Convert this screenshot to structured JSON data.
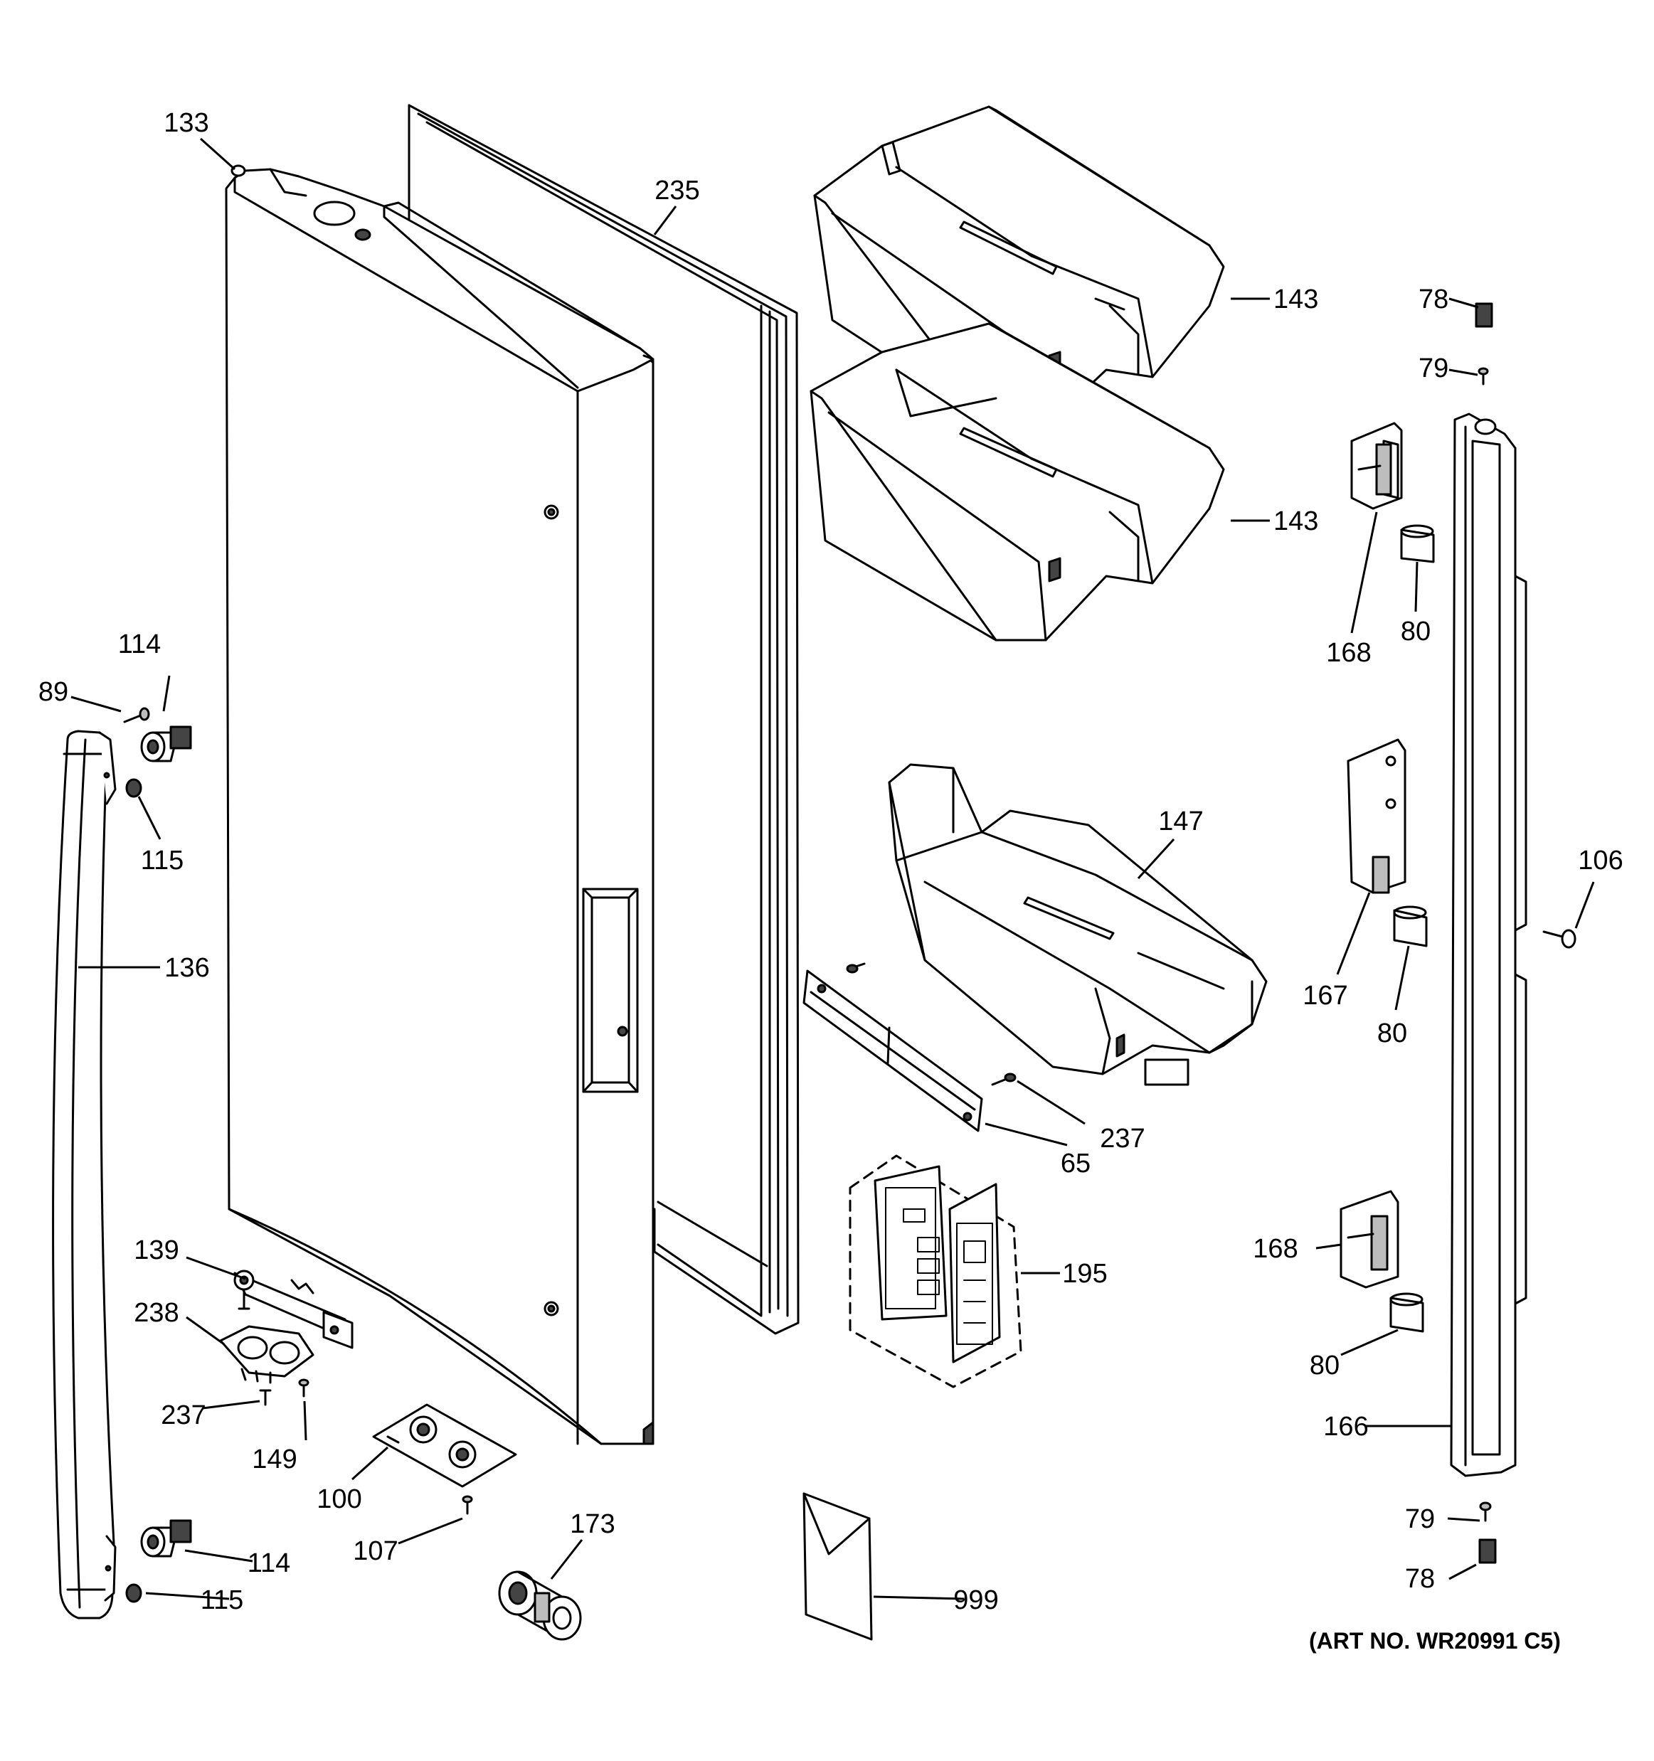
{
  "callouts": [
    {
      "id": "c133",
      "label": "133"
    },
    {
      "id": "c235",
      "label": "235"
    },
    {
      "id": "c143a",
      "label": "143"
    },
    {
      "id": "c143b",
      "label": "143"
    },
    {
      "id": "c78a",
      "label": "78"
    },
    {
      "id": "c79a",
      "label": "79"
    },
    {
      "id": "c80a",
      "label": "80"
    },
    {
      "id": "c168a",
      "label": "168"
    },
    {
      "id": "c114a",
      "label": "114"
    },
    {
      "id": "c89",
      "label": "89"
    },
    {
      "id": "c115a",
      "label": "115"
    },
    {
      "id": "c136",
      "label": "136"
    },
    {
      "id": "c147",
      "label": "147"
    },
    {
      "id": "c106",
      "label": "106"
    },
    {
      "id": "c167",
      "label": "167"
    },
    {
      "id": "c80b",
      "label": "80"
    },
    {
      "id": "c237a",
      "label": "237"
    },
    {
      "id": "c65",
      "label": "65"
    },
    {
      "id": "c195",
      "label": "195"
    },
    {
      "id": "c168b",
      "label": "168"
    },
    {
      "id": "c80c",
      "label": "80"
    },
    {
      "id": "c139",
      "label": "139"
    },
    {
      "id": "c238",
      "label": "238"
    },
    {
      "id": "c237b",
      "label": "237"
    },
    {
      "id": "c149",
      "label": "149"
    },
    {
      "id": "c100",
      "label": "100"
    },
    {
      "id": "c107",
      "label": "107"
    },
    {
      "id": "c173",
      "label": "173"
    },
    {
      "id": "c114b",
      "label": "114"
    },
    {
      "id": "c115b",
      "label": "115"
    },
    {
      "id": "c999",
      "label": "999"
    },
    {
      "id": "c166",
      "label": "166"
    },
    {
      "id": "c79b",
      "label": "79"
    },
    {
      "id": "c78b",
      "label": "78"
    }
  ],
  "art_number": "(ART NO. WR20991 C5)"
}
